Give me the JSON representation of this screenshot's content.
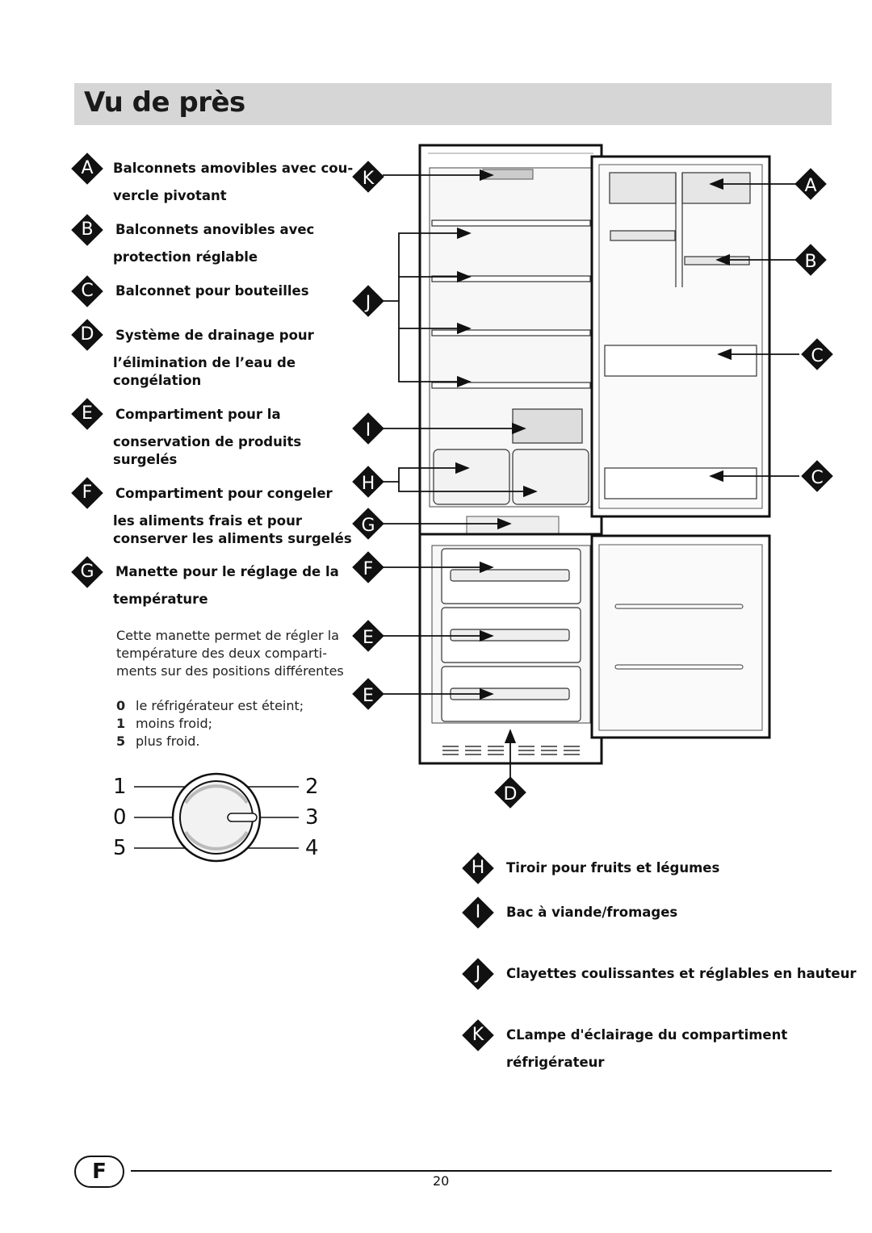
{
  "title": "Vu de près",
  "legend_left": [
    {
      "letter": "A",
      "lines": [
        "Balconnets amovibles avec cou-",
        "vercle pivotant"
      ]
    },
    {
      "letter": "B",
      "lines": [
        "Balconnets anovibles avec",
        "protection réglable"
      ]
    },
    {
      "letter": "C",
      "lines": [
        "Balconnet pour bouteilles"
      ]
    },
    {
      "letter": "D",
      "lines": [
        "Système de drainage pour",
        "l’élimination de l’eau de",
        "congélation"
      ]
    },
    {
      "letter": "E",
      "lines": [
        "Compartiment pour la",
        "conservation de produits",
        "surgelés"
      ]
    },
    {
      "letter": "F",
      "lines": [
        "Compartiment pour congeler",
        "les aliments frais et pour",
        "conserver les aliments surgelés"
      ]
    },
    {
      "letter": "G",
      "lines": [
        "Manette pour le réglage de la",
        "température"
      ]
    }
  ],
  "thermostat_note": [
    "Cette manette permet de régler la",
    "température des deux comparti-",
    "ments sur des positions différentes"
  ],
  "positions": [
    {
      "num": "0",
      "text": "le réfrigérateur est éteint;"
    },
    {
      "num": "1",
      "text": "moins froid;"
    },
    {
      "num": "5",
      "text": "plus froid."
    }
  ],
  "dial_numbers": [
    "1",
    "0",
    "5",
    "2",
    "3",
    "4"
  ],
  "legend_right": [
    {
      "letter": "H",
      "lines": [
        "Tiroir pour fruits et légumes"
      ]
    },
    {
      "letter": "I",
      "lines": [
        "Bac à viande/fromages"
      ]
    },
    {
      "letter": "J",
      "lines": [
        "Clayettes coulissantes et réglables en hauteur"
      ]
    },
    {
      "letter": "K",
      "lines": [
        "CLampe d'éclairage du compartiment",
        "réfrigérateur"
      ]
    }
  ],
  "diagram_labels": {
    "left_side": [
      "K",
      "J",
      "I",
      "H",
      "G",
      "F",
      "E",
      "E"
    ],
    "right_side": [
      "A",
      "B",
      "C",
      "C"
    ],
    "bottom": "D"
  },
  "footer": {
    "badge": "F",
    "page": "20"
  }
}
